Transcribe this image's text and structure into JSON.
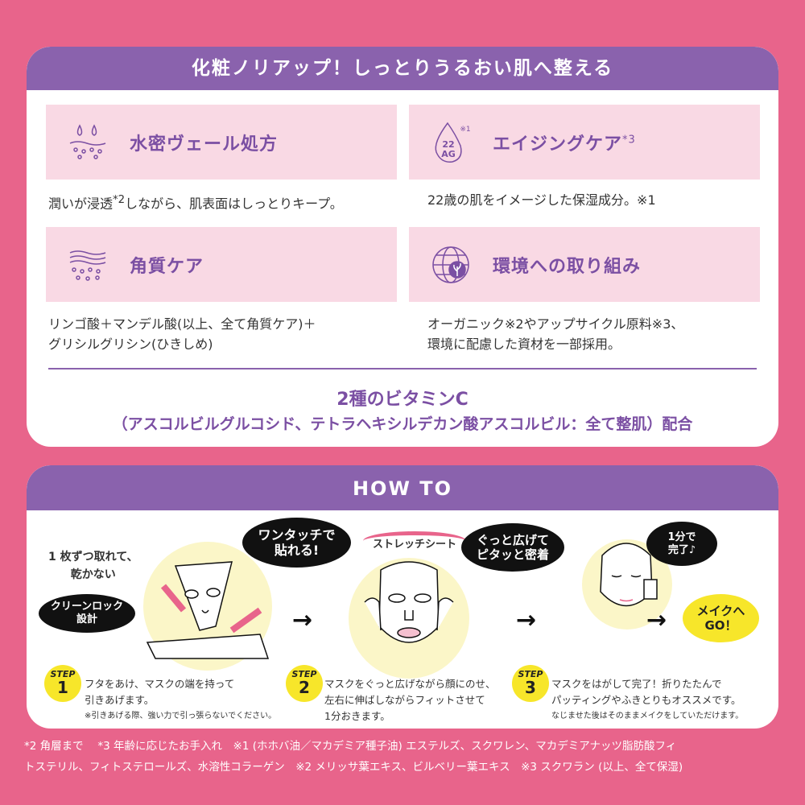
{
  "colors": {
    "background": "#e8648b",
    "header": "#8a62ad",
    "feature_box": "#f9d9e4",
    "accent_text": "#7b4fa3",
    "step_yellow": "#f7e62a"
  },
  "features_section": {
    "title": "化粧ノリアップ！しっとりうるおい肌へ整える",
    "items": [
      {
        "icon": "water-drops-icon",
        "title": "水密ヴェール処方",
        "sup": "",
        "desc": "潤いが浸透",
        "desc_sup": "*2",
        "desc_rest": "しながら、肌表面はしっとりキープ。"
      },
      {
        "icon": "22ag-drop-icon",
        "icon_text": "22 AG",
        "icon_sup": "※1",
        "title": "エイジングケア",
        "sup": "*3",
        "desc": "22歳の肌をイメージした保湿成分。※1"
      },
      {
        "icon": "skin-layers-icon",
        "title": "角質ケア",
        "sup": "",
        "desc": "リンゴ酸＋マンデル酸(以上、全て角質ケア)＋",
        "desc2": "グリシルグリシン(ひきしめ)"
      },
      {
        "icon": "globe-leaf-icon",
        "title": "環境への取り組み",
        "sup": "",
        "desc": "オーガニック※2やアップサイクル原料※3、",
        "desc2": "環境に配慮した資材を一部採用。"
      }
    ],
    "vitamin_title": "2種のビタミンC",
    "vitamin_detail": "（アスコルビルグルコシド、テトラヘキシルデカン酸アスコルビル：全て整肌）配合"
  },
  "howto": {
    "title": "HOW TO",
    "callouts": {
      "one_by_one": "1 枚ずつ取れて、",
      "dry": "乾かない",
      "clean_lock_1": "クリーンロック",
      "clean_lock_2": "設計",
      "one_touch_1": "ワンタッチで",
      "one_touch_2": "貼れる!",
      "stretch": "ストレッチシート",
      "spread_1": "ぐっと広げて",
      "spread_2": "ピタッと密着",
      "minute_1": "1分で",
      "minute_2": "完了♪",
      "makeup_1": "メイクへ",
      "makeup_2": "GO！"
    },
    "steps": [
      {
        "label": "STEP",
        "num": "1",
        "line1": "フタをあけ、マスクの端を持って",
        "line2": "引きあげます。",
        "note": "※引きあげる際、強い力で引っ張らないでください。"
      },
      {
        "label": "STEP",
        "num": "2",
        "line1": "マスクをぐっと広げながら顔にのせ、",
        "line2": "左右に伸ばしながらフィットさせて",
        "line3": "1分おきます。"
      },
      {
        "label": "STEP",
        "num": "3",
        "line1": "マスクをはがして完了！折りたたんで",
        "line2": "パッティングやふきとりもオススメです。",
        "note": "なじませた後はそのままメイクをしていただけます。"
      }
    ]
  },
  "footnotes": {
    "line1": "*2 角層まで　 *3 年齢に応じたお手入れ　※1 (ホホバ油／マカデミア種子油) エステルズ、スクワレン、マカデミアナッツ脂肪酸フィ",
    "line2": "トステリル、フィトステロールズ、水溶性コラーゲン　※2 メリッサ葉エキス、ビルベリー葉エキス　※3 スクワラン (以上、全て保湿)"
  }
}
